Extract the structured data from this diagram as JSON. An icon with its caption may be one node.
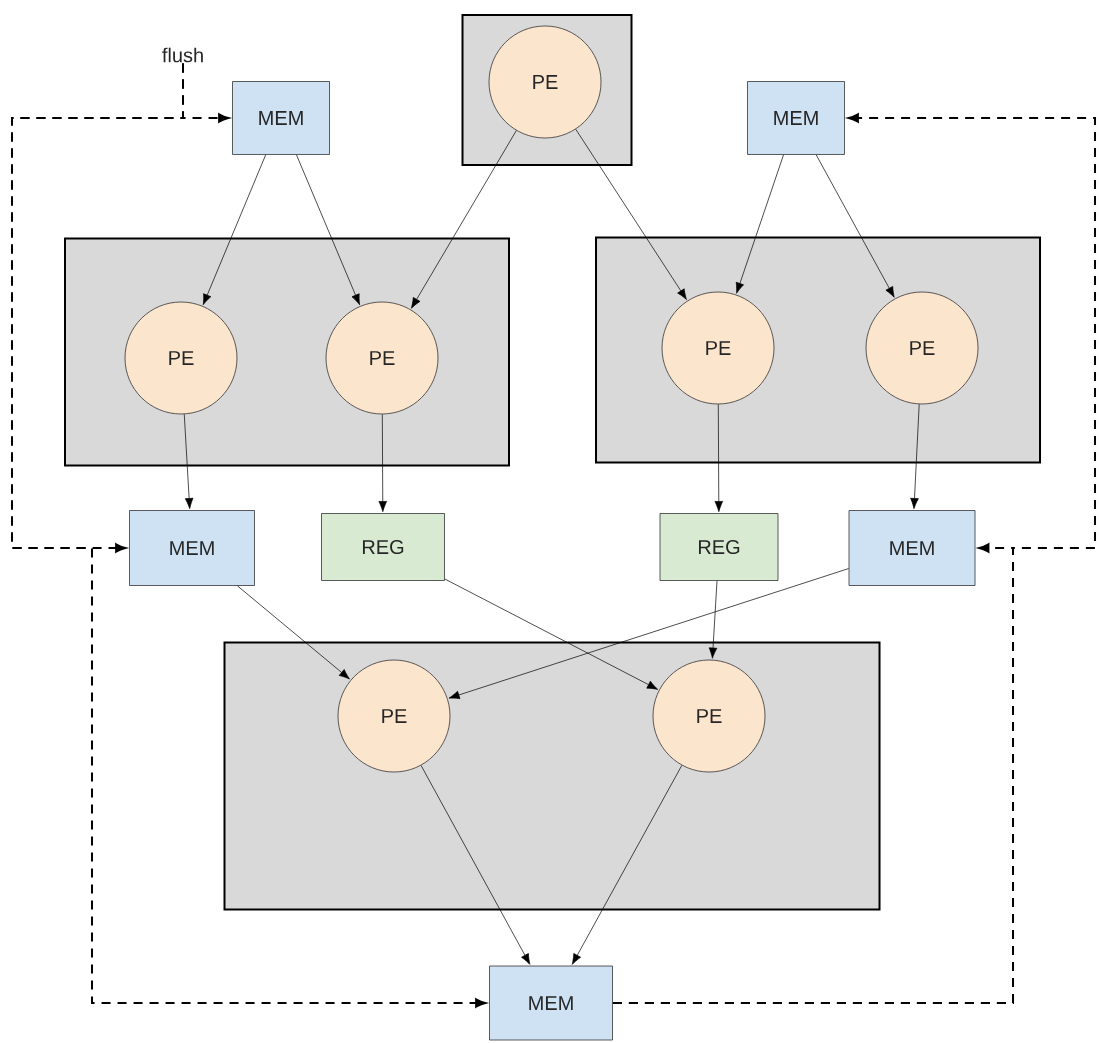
{
  "diagram": {
    "nodes": [
      {
        "text": [],
        "shape": "box"
      },
      {
        "text": [
          "PE"
        ],
        "in": 0
      },
      {
        "text": [
          "MEM"
        ]
      },
      {
        "text": [
          "MEM"
        ]
      },
      {
        "text": [],
        "shape": "box"
      },
      {
        "text": [
          "PE"
        ],
        "in": 4
      },
      {
        "text": [
          "PE"
        ],
        "in": 4
      },
      {
        "text": [],
        "shape": "box"
      },
      {
        "text": [
          "PE"
        ],
        "in": 7
      },
      {
        "text": [
          "PE"
        ],
        "in": 7
      },
      {
        "text": [
          "MEM"
        ]
      },
      {
        "text": [
          "REG"
        ]
      },
      {
        "text": [
          "REG"
        ]
      },
      {
        "text": [
          "MEM"
        ]
      },
      {
        "text": [],
        "shape": "box"
      },
      {
        "text": [
          "PE"
        ],
        "in": 14
      },
      {
        "text": [
          "PE"
        ],
        "in": 14
      },
      {
        "text": [
          "MEM"
        ]
      },
      {
        "text": [
          "flush"
        ]
      }
    ],
    "edges": [
      {
        "from": 2,
        "to": 5,
        "arrow": "to"
      },
      {
        "from": 2,
        "to": 6,
        "arrow": "to"
      },
      {
        "from": 1,
        "to": 6,
        "arrow": "to"
      },
      {
        "from": 1,
        "to": 8,
        "arrow": "to"
      },
      {
        "from": 3,
        "to": 8,
        "arrow": "to"
      },
      {
        "from": 3,
        "to": 9,
        "arrow": "to"
      },
      {
        "from": 5,
        "to": 10,
        "arrow": "to"
      },
      {
        "from": 6,
        "to": 11,
        "arrow": "to"
      },
      {
        "from": 8,
        "to": 12,
        "arrow": "to"
      },
      {
        "from": 9,
        "to": 13,
        "arrow": "to"
      },
      {
        "from": 10,
        "to": 15,
        "arrow": "to"
      },
      {
        "from": 11,
        "to": 16,
        "arrow": "to"
      },
      {
        "from": 12,
        "to": 16,
        "arrow": "to"
      },
      {
        "from": 13,
        "to": 15,
        "arrow": "to"
      },
      {
        "from": 15,
        "to": 17,
        "arrow": "to"
      },
      {
        "from": 16,
        "to": 17,
        "arrow": "to"
      },
      {
        "from": 18,
        "to": 2,
        "arrow": "to",
        "style": "dashed"
      },
      {
        "from": 18,
        "to": 10,
        "arrow": "to",
        "style": "dashed"
      },
      {
        "from": 18,
        "to": 17,
        "arrow": "to",
        "style": "dashed"
      },
      {
        "from": 17,
        "to": 13,
        "arrow": "to",
        "style": "dashed"
      },
      {
        "from": 17,
        "to": 3,
        "arrow": "to",
        "style": "dashed"
      }
    ]
  }
}
